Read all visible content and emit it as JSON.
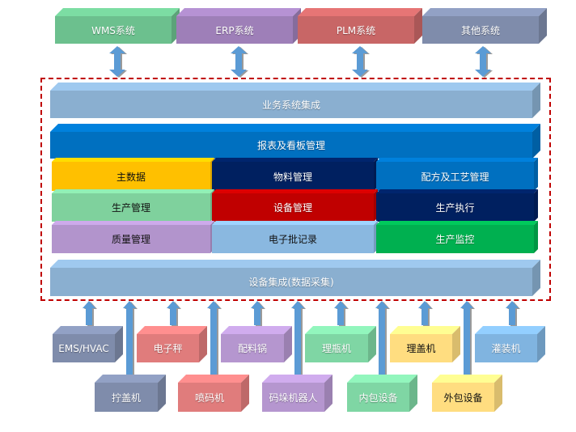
{
  "top_systems": [
    "WMS系统",
    "ERP系统",
    "PLM系统",
    "其他系统"
  ],
  "layers": {
    "business_integration": "业务系统集成",
    "reports": "报表及看板管理",
    "modules": [
      "主数据",
      "物料管理",
      "配方及工艺管理",
      "生产管理",
      "设备管理",
      "生产执行",
      "质量管理",
      "电子批记录",
      "生产监控"
    ],
    "device_integration": "设备集成(数据采集)"
  },
  "devices_row1": [
    "EMS/HVAC",
    "电子秤",
    "配料锅",
    "理瓶机",
    "理盖机",
    "灌装机"
  ],
  "devices_row2": [
    "拧盖机",
    "喷码机",
    "码垛机器人",
    "内包设备",
    "外包设备"
  ],
  "colors": {
    "wms": "#6cc08e",
    "erp": "#9e7fb8",
    "plm": "#c86666",
    "other": "#7f8cab",
    "integration": "#8aafd0",
    "reports": "#0070c0",
    "yellow": "#ffc000",
    "navy": "#002060",
    "red": "#c00000",
    "green": "#00b050",
    "frame": "#c00000",
    "arrow": "#5b9bd5"
  }
}
